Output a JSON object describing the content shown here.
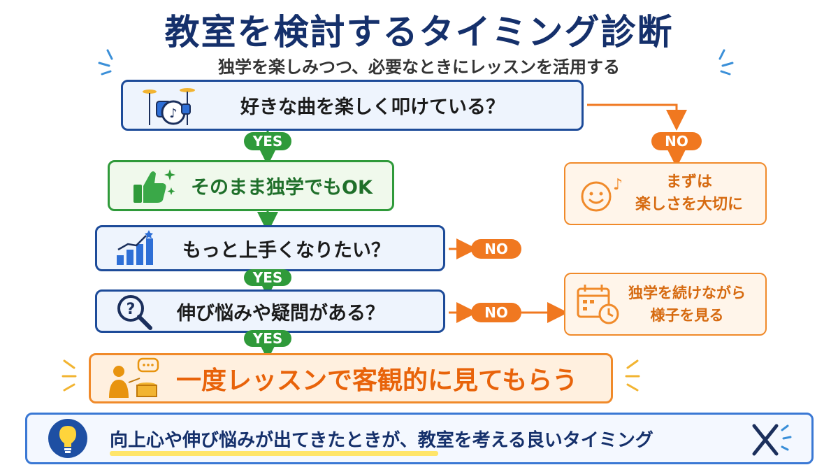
{
  "header": {
    "title": "教室を検討するタイミング診断",
    "subtitle": "独学を楽しみつつ、必要なときにレッスンを活用する"
  },
  "flow": {
    "q1": {
      "text": "好きな曲を楽しく叩けている？",
      "icon": "drum-kit-icon"
    },
    "q1_yes": "YES",
    "q1_no": "NO",
    "result_ok": {
      "text": "そのまま独学でもOK",
      "icon": "thumbs-up-icon"
    },
    "result_enjoy": {
      "line1": "まずは",
      "line2": "楽しさを大切に",
      "icon": "smiley-icon"
    },
    "q2": {
      "text": "もっと上手くなりたい？",
      "icon": "growth-chart-icon"
    },
    "q2_yes": "YES",
    "q2_no": "NO",
    "q3": {
      "text": "伸び悩みや疑問がある？",
      "icon": "question-magnifier-icon"
    },
    "q3_yes": "YES",
    "q3_no": "NO",
    "result_watch": {
      "line1": "独学を続けながら",
      "line2": "様子を見る",
      "icon": "calendar-clock-icon"
    },
    "final": {
      "text": "一度レッスンで客観的に見てもらう",
      "icon": "teacher-drum-icon"
    }
  },
  "footer": {
    "text": "向上心や伸び悩みが出てきたときが、教室を考える良いタイミング",
    "icon_left": "lightbulb-icon",
    "icon_right": "drumsticks-icon"
  },
  "colors": {
    "navy": "#15306b",
    "blue_border": "#1d4b99",
    "green": "#2f9a3a",
    "orange": "#f07820",
    "highlight": "#ffe56a"
  }
}
